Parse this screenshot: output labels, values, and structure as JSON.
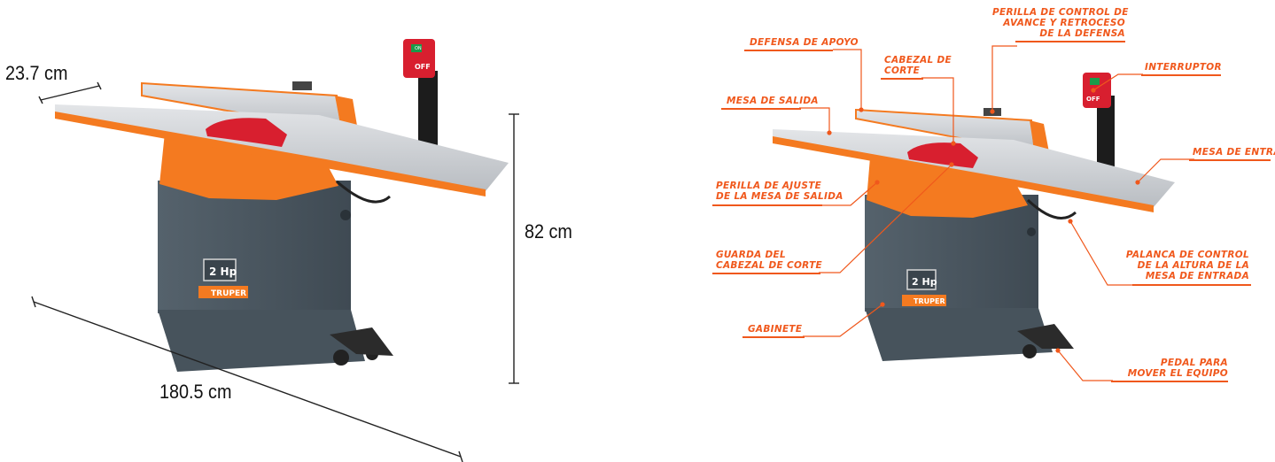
{
  "dimensions": {
    "depth": "23.7 cm",
    "height": "82 cm",
    "length": "180.5 cm"
  },
  "machine": {
    "badge": "2 Hp",
    "brand": "TRUPER",
    "switch_off": "OFF",
    "switch_on": "ON"
  },
  "labels": {
    "defensa_apoyo": "DEFENSA DE APOYO",
    "mesa_salida": "MESA DE SALIDA",
    "cabezal_corte": [
      "CABEZAL DE",
      "CORTE"
    ],
    "perilla_defensa": [
      "PERILLA DE CONTROL DE",
      "AVANCE Y RETROCESO",
      "DE LA DEFENSA"
    ],
    "interruptor": "INTERRUPTOR",
    "mesa_entrada": "MESA DE ENTRADA",
    "perilla_ajuste": [
      "PERILLA DE AJUSTE",
      "DE LA MESA DE SALIDA"
    ],
    "guarda": [
      "GUARDA DEL",
      "CABEZAL DE CORTE"
    ],
    "palanca": [
      "PALANCA DE CONTROL",
      "DE LA ALTURA DE LA",
      "MESA DE ENTRADA"
    ],
    "gabinete": "GABINETE",
    "pedal": [
      "PEDAL PARA",
      "MOVER EL EQUIPO"
    ]
  },
  "colors": {
    "accent": "#f0581c",
    "body_orange": "#f47a20",
    "cabinet": "#4a5761",
    "guard_red": "#d81f2f",
    "table_steel": "#c9ccd0"
  }
}
